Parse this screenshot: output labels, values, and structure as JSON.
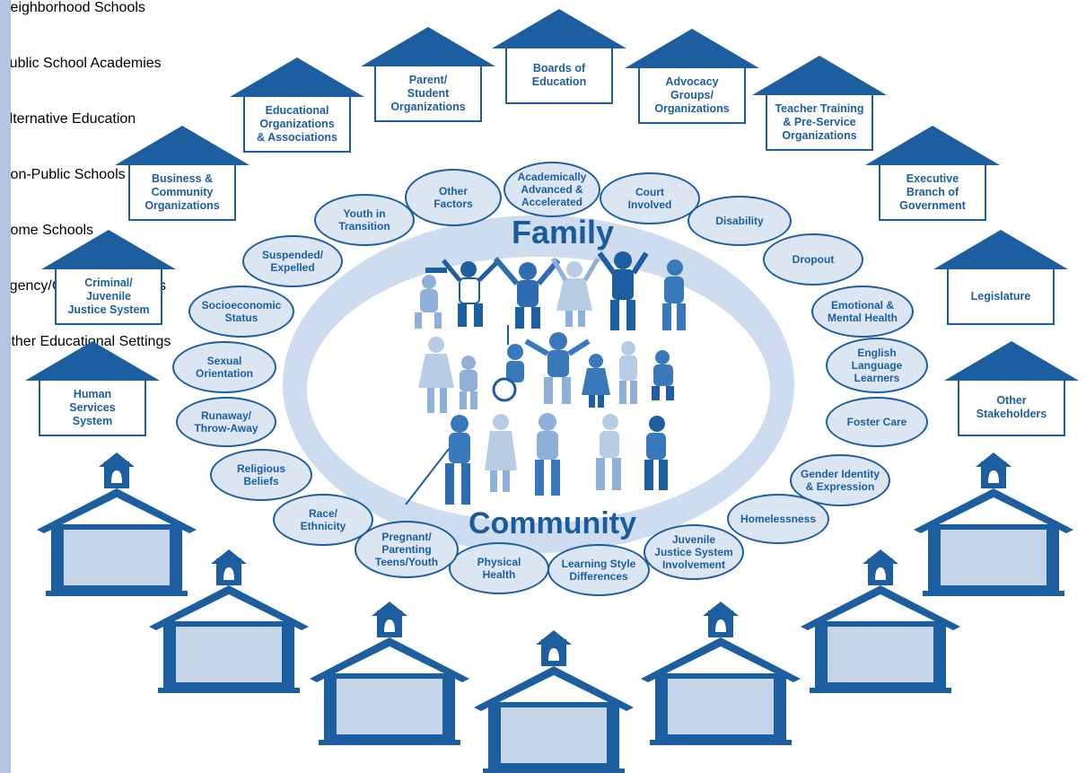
{
  "center": {
    "top_word": "Family",
    "bottom_word": "Community"
  },
  "stakeholders": [
    {
      "id": "human-services",
      "label": "Human\nServices\nSystem"
    },
    {
      "id": "criminal-juvenile",
      "label": "Criminal/\nJuvenile\nJustice System"
    },
    {
      "id": "business-community",
      "label": "Business &\nCommunity\nOrganizations"
    },
    {
      "id": "educational-organizations",
      "label": "Educational\nOrganizations\n& Associations"
    },
    {
      "id": "parent-student",
      "label": "Parent/\nStudent\nOrganizations"
    },
    {
      "id": "boards-of-education",
      "label": "Boards of\nEducation"
    },
    {
      "id": "advocacy-groups",
      "label": "Advocacy\nGroups/\nOrganizations"
    },
    {
      "id": "teacher-training",
      "label": "Teacher Training\n& Pre-Service\nOrganizations"
    },
    {
      "id": "executive-branch",
      "label": "Executive\nBranch of\nGovernment"
    },
    {
      "id": "legislature",
      "label": "Legislature"
    },
    {
      "id": "other-stakeholders",
      "label": "Other\nStakeholders"
    }
  ],
  "factors": [
    {
      "id": "other-factors",
      "label": "Other\nFactors"
    },
    {
      "id": "academically-advanced",
      "label": "Academically\nAdvanced &\nAccelerated"
    },
    {
      "id": "court-involved",
      "label": "Court\nInvolved"
    },
    {
      "id": "disability",
      "label": "Disability"
    },
    {
      "id": "dropout",
      "label": "Dropout"
    },
    {
      "id": "emotional-mental-health",
      "label": "Emotional &\nMental Health"
    },
    {
      "id": "english-language-learners",
      "label": "English\nLanguage\nLearners"
    },
    {
      "id": "foster-care",
      "label": "Foster Care"
    },
    {
      "id": "gender-identity",
      "label": "Gender Identity\n& Expression"
    },
    {
      "id": "homelessness",
      "label": "Homelessness"
    },
    {
      "id": "juvenile-justice-involvement",
      "label": "Juvenile\nJustice System\nInvolvement"
    },
    {
      "id": "learning-style",
      "label": "Learning Style\nDifferences"
    },
    {
      "id": "physical-health",
      "label": "Physical\nHealth"
    },
    {
      "id": "pregnant-parenting",
      "label": "Pregnant/\nParenting\nTeens/Youth"
    },
    {
      "id": "race-ethnicity",
      "label": "Race/\nEthnicity"
    },
    {
      "id": "religious-beliefs",
      "label": "Religious\nBeliefs"
    },
    {
      "id": "runaway",
      "label": "Runaway/\nThrow-Away"
    },
    {
      "id": "sexual-orientation",
      "label": "Sexual\nOrientation"
    },
    {
      "id": "socioeconomic",
      "label": "Socioeconomic\nStatus"
    },
    {
      "id": "suspended-expelled",
      "label": "Suspended/\nExpelled"
    },
    {
      "id": "youth-in-transition",
      "label": "Youth in\nTransition"
    }
  ],
  "schools": [
    {
      "id": "neighborhood-schools",
      "label": "Neighborhood\nSchools"
    },
    {
      "id": "public-school-academies",
      "label": "Public School\nAcademies"
    },
    {
      "id": "alternative-education",
      "label": "Alternative\nEducation"
    },
    {
      "id": "non-public-schools",
      "label": "Non-Public\nSchools"
    },
    {
      "id": "home-schools",
      "label": "Home\nSchools"
    },
    {
      "id": "agency-court",
      "label": "Agency/Court\nPlacements"
    },
    {
      "id": "other-educational",
      "label": "Other Educational\nSettings"
    }
  ],
  "colors": {
    "dark_blue": "#1c5e9f",
    "ring_blue": "#cddcee",
    "bubble_fill": "#dce5f2",
    "school_label_bg": "#c6d5ea",
    "left_bar": "#b3c4de"
  }
}
